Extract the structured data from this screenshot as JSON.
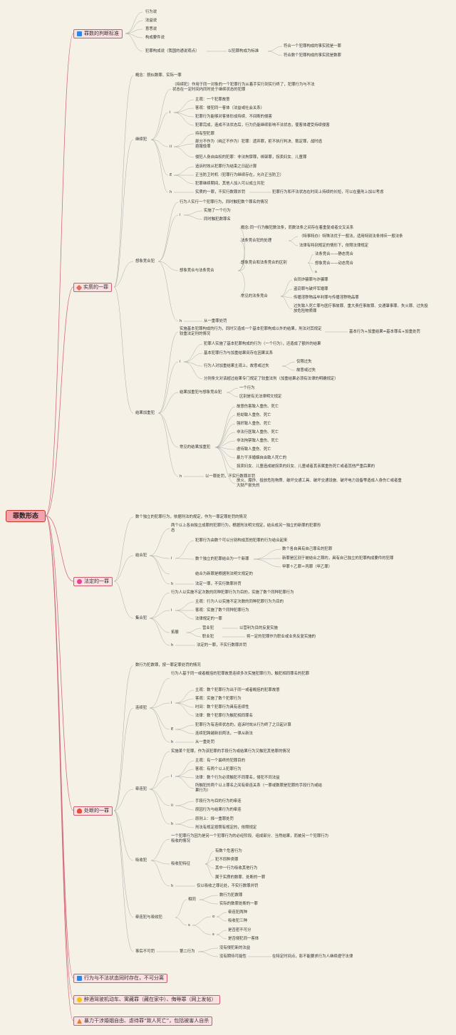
{
  "root": "罪数形态",
  "branches": {
    "b1": {
      "title": "罪数的判断标准",
      "icon": "blue-square-icon",
      "color": "#2e86de"
    },
    "b2": {
      "title": "实质的一罪",
      "icon": "hammer-icon",
      "color": "#e17055"
    },
    "b3": {
      "title": "法定的一罪",
      "icon": "pink-ribbon-icon",
      "color": "#e84393"
    },
    "b4": {
      "title": "处断的一罪",
      "icon": "fire-icon",
      "color": "#e74c3c"
    },
    "b5": {
      "title": "行为与不法状态同时存在，不可分离",
      "icon": "blue-square-icon",
      "color": "#2e86de"
    },
    "b6": {
      "title": "醉酒驾驶机动车、寓藏罪（藏在家中）、侮辱罪（网上发帖）",
      "icon": "lightbulb-icon",
      "color": "#f1c40f"
    },
    "b7": {
      "title": "暴力干涉婚姻自由、虐待罪“致人死亡”，包括被害人自杀",
      "icon": "warning-icon",
      "color": "#e67e22"
    }
  },
  "nodes": {
    "s1": [
      "行为说",
      "法益说",
      "意思说",
      "构成要件说",
      "犯罪构成说（我国的通说观点）",
      "以犯罪构成为标准",
      "符合一个犯罪构成的事实就是一罪",
      "符合数个犯罪构成的事实就是数罪"
    ],
    "concept": "概念：貌似数罪、实际一罪",
    "cont": "继续犯",
    "c": [
      "（持续犯）作用于同一对象的一个犯罪行为从着手实行到实行终了，犯罪行为与不法状态在一定时间内同时处于继续状态的犯罪",
      "i",
      "主观：一个犯罪故意",
      "客观：侵犯同一客体（法益或社会关系）",
      "犯罪行为能够对客体形成持续、不间断的侵害",
      "犯罪完成，造成不法状态后，行为仍能继续影响不法状态，使客体遭受持续侵害",
      "ii",
      "持有型犯罪",
      "部分不作为（纯正不作为）犯罪：遗弃罪，拒不执行判决、裁定罪，战时逃避服役罪",
      "侵犯人身自由权的犯罪：非法拘禁罪，绑架罪，拐卖妇女、儿童罪",
      "E",
      "追诉时效从犯罪行为结束之日起计算",
      "正当防卫时机（犯罪行为继续存在，允许正当防卫）",
      "犯罪继续期间，其他人加入可以成立共犯",
      "h",
      "实质的一罪，不实行数罪并罚",
      "犯罪行为和不法状态在时间上持续的长短，可以在量刑上加以考虑"
    ],
    "imag": "想象竞合犯",
    "m": [
      "行为人实行一个犯罪行为，同时触犯数个罪名的情况",
      "i",
      "实施了一个行为",
      "同时触犯数罪名",
      "想象竞合与法条竞合",
      "概念:同一行为触犯数法条，而数法条之间存在着重复或者交叉关系",
      "法条竞合犯的处理",
      "（特事特办）特殊法优于一般法，适用特别法条排斥一般法条",
      "法律有特别规定的情形下，依照法律规定",
      "想象竞合和法条竞合的区别",
      "法条竞合——静态竞合",
      "想象竞合——动态竞合",
      "s",
      "常见的法条竞合",
      "合同诈骗罪与诈骗罪",
      "盗窃罪与破坏军婚罪",
      "传播淫秽物品牟利罪与传播淫秽物品罪",
      "过失致人死亡罪与医疗事故罪、重大责任事故罪、交通肇事罪、失火罪、过失投放危险物质罪",
      "h",
      "从一重罪处罚"
    ],
    "aggr": "结果加重犯",
    "r": [
      "实施基本犯罪构成的行为，同时又造成一个基本犯罪构成以外的结果，刑法对其规定较重法定刑的情况",
      "基本行为+加重结果=基本罪名+加重处罚",
      "i",
      "犯罪人实施了基本犯罪构成的行为（一个行为），还造成了额外的结果",
      "基本犯罪行为与加重结果间存在因果关系",
      "行为人对加重结果主观上，故意或过失",
      "仅限过失",
      "故意或过失",
      "分则条文对该超过结果专门规定了较重法刑（加重结果必须有法律的明确规定）",
      "结果加重犯与想象竞合犯",
      "一个行为",
      "区别是有无法律明文规定",
      "常见的结果加重犯",
      "故意伤害致人重伤、死亡",
      "抢劫致人重伤、死亡",
      "强奸致人重伤、死亡",
      "非法行医致人重伤、死亡",
      "非法拘禁致人重伤、死亡",
      "虐待致人重伤、死亡",
      "暴力干涉婚姻自由致人死亡的",
      "拐卖妇女、儿童造成被拐卖的妇女、儿童或者其亲属重伤死亡或者其他严重后果的",
      "放火、爆炸、投放危险物质、破坏交通工具、破坏交通设施、破坏电力设备等造成人身伤亡或者重大财产损失的",
      "h",
      "以一罪处罚，不实行数罪并罚"
    ],
    "f": [
      "数个独立的犯罪行为，依据刑法的规定，作为一罪定罪处罚的情况",
      "结合犯",
      "两个以上各自独立成罪的犯罪行为，根据刑法明文规定，结合成另一独立的新罪的犯罪形态",
      "i",
      "犯罪行为由数个可以分别构成其他犯罪的行为结合起来",
      "数个独立的犯罪结合为一个新罪",
      "数个各自具有自己罪名的犯罪",
      "新罪是区别于被结合之罪的，具有自己独立的犯罪构成要件的犯罪",
      "甲罪＋乙罪＝丙罪（甲乙罪）",
      "结合为新罪是根据刑法明文规定的",
      "h",
      "法定一罪，不实行数罪并罚",
      "集合犯",
      "行为人以实施不定次数的同种犯罪行为为目的，实施了数个同种犯罪行为",
      "i",
      "主观：行为人以实施不定次数的同种犯罪行为为目的",
      "客观：实施了数个同种犯罪行为",
      "法律规定的一罪",
      "拓展",
      "营业犯",
      "以营利为目的反复实施",
      "职业犯",
      "将一定的犯罪作为职业或业务反复实施的",
      "h",
      "法定的一罪，不实行数罪并罚"
    ],
    "d": [
      "数行为犯数罪，按一罪定罪处罚的情况",
      "连续犯",
      "行为人基于同一或者概括的犯罪故意连续多次实施犯罪行为，触犯相同罪名的犯罪",
      "i",
      "主观：数个犯罪行为出于同一或者概括的犯罪故意",
      "客观：实施了数个犯罪行为",
      "时间：数个犯罪行为具有连续性",
      "法律：数个犯罪行为触犯相同罪名",
      "E",
      "犯罪行为有连续状态的，追诉时效从行为终了之日起计算",
      "连续犯跨越新旧两法，一律从新法",
      "h",
      "从一重处罚",
      "牵连犯",
      "实施某个犯罪，作为该犯罪的手段行为或结果行为又触犯其他罪的情况",
      "i",
      "主观：有一个最终的犯罪目的",
      "客观：有两个以上犯罪行为",
      "法律：数个行为必须触犯不同罪名，侵犯不同法益",
      "所触犯的两个以上罪名之间有牵连关系（一罪或数罪是犯罪的手段行为或结果行为）",
      "ii",
      "手段行为与目的行为的牵连",
      "原因行为与结果行为的牵连",
      "h",
      "原则上：择一重罪处罚",
      "刑法有规定按照有规定的，依照规定",
      "吸收犯",
      "一个犯罪行为因为是另一个犯罪行为的必经阶段、组成部分、当然结果，而被另一个犯罪行为吸收的情况",
      "吸收犯特征",
      "有数个危害行为",
      "犯不同种类罪",
      "其中一行为吸收其他行为",
      "属于实质的数罪、处断的一罪",
      "h",
      "仅以吸收之罪论处，不实行数罪并罚",
      "牵连犯与吸收犯",
      "相同",
      "数行为犯数罪",
      "实际的数罪处断的一罪",
      "s",
      "o",
      "牵连犯两种",
      "吸收犯三种",
      "s",
      "是否密不可分",
      "是否侵犯同一客体",
      "事后不可罚",
      "第二行为",
      "没有侵犯新的法益",
      "没有期待可能性",
      "在特定时间点，影不能要求行为人继续遵守法律"
    ]
  }
}
